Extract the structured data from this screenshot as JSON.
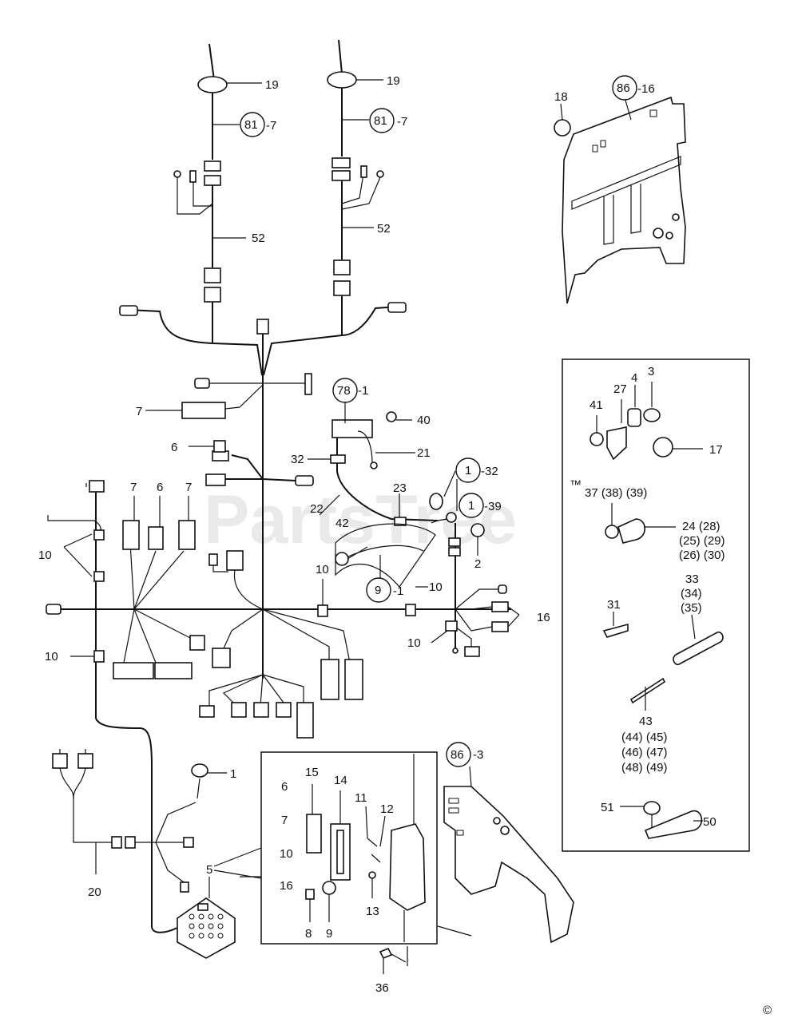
{
  "watermark": "PartsTree",
  "trademark": "™",
  "copyright": "©",
  "labels": {
    "l19a": "19",
    "l19b": "19",
    "c81a": "81",
    "c81a_suffix": "-7",
    "c81b": "81",
    "c81b_suffix": "-7",
    "l52a": "52",
    "l52b": "52",
    "l18": "18",
    "c86a": "86",
    "c86a_suffix": "-16",
    "l7a": "7",
    "c78": "78",
    "c78_suffix": "-1",
    "l40": "40",
    "l21": "21",
    "l32": "32",
    "l6a": "6",
    "c1a": "1",
    "c1a_suffix": "-32",
    "c1b": "1",
    "c1b_suffix": "-39",
    "l22": "22",
    "l23": "23",
    "l42": "42",
    "l2": "2",
    "l7b": "7",
    "l6b": "6",
    "l7c": "7",
    "l10a": "10",
    "l10b": "10",
    "l10c": "10",
    "l10d": "10",
    "l10e": "10",
    "c9": "9",
    "c9_suffix": "-1",
    "l16a": "16",
    "l1": "1",
    "l20": "20",
    "l5": "5",
    "l6c": "6",
    "l7d": "7",
    "l10f": "10",
    "l16b": "16",
    "l15": "15",
    "l14": "14",
    "l11": "11",
    "l12": "12",
    "l13": "13",
    "l8": "8",
    "l9": "9",
    "l36": "36",
    "c86b": "86",
    "c86b_suffix": "-3",
    "l41": "41",
    "l27": "27",
    "l4": "4",
    "l3": "3",
    "l17": "17",
    "l37": "37 (38) (39)",
    "l24a": "24 (28)",
    "l24b": "(25) (29)",
    "l24c": "(26) (30)",
    "l33a": "33",
    "l33b": "(34)",
    "l33c": "(35)",
    "l31": "31",
    "l43a": "43",
    "l43b": "(44) (45)",
    "l43c": "(46) (47)",
    "l43d": "(48) (49)",
    "l51": "51",
    "l50": "50"
  }
}
